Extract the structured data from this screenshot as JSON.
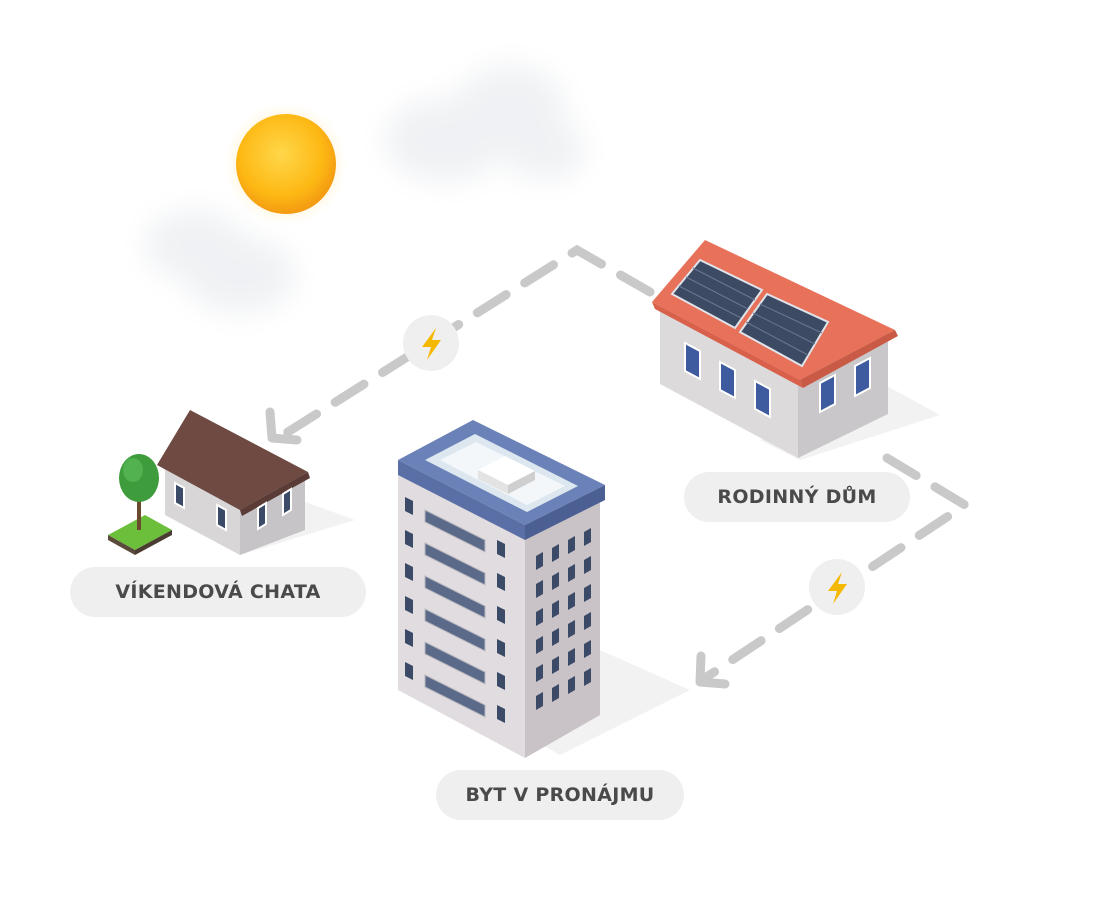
{
  "labels": {
    "family_house": "RODINNÝ DŮM",
    "weekend_cottage": "VÍKENDOVÁ CHATA",
    "rental_apartment": "BYT V PRONÁJMU"
  },
  "icons": {
    "sun": "sun-icon",
    "energy": "lightning-bolt-icon",
    "flow_arrow": "arrow-icon"
  },
  "colors": {
    "sun": "#FDB813",
    "lightning": "#F5B800",
    "dash": "#c9c9c9",
    "roof_tile": "#E8715A",
    "solar_panel": "#3d4a63",
    "building_trim": "#6b82b8",
    "cottage_roof": "#6e4a43",
    "pill": "#efefef",
    "text": "#4a4a4a"
  }
}
